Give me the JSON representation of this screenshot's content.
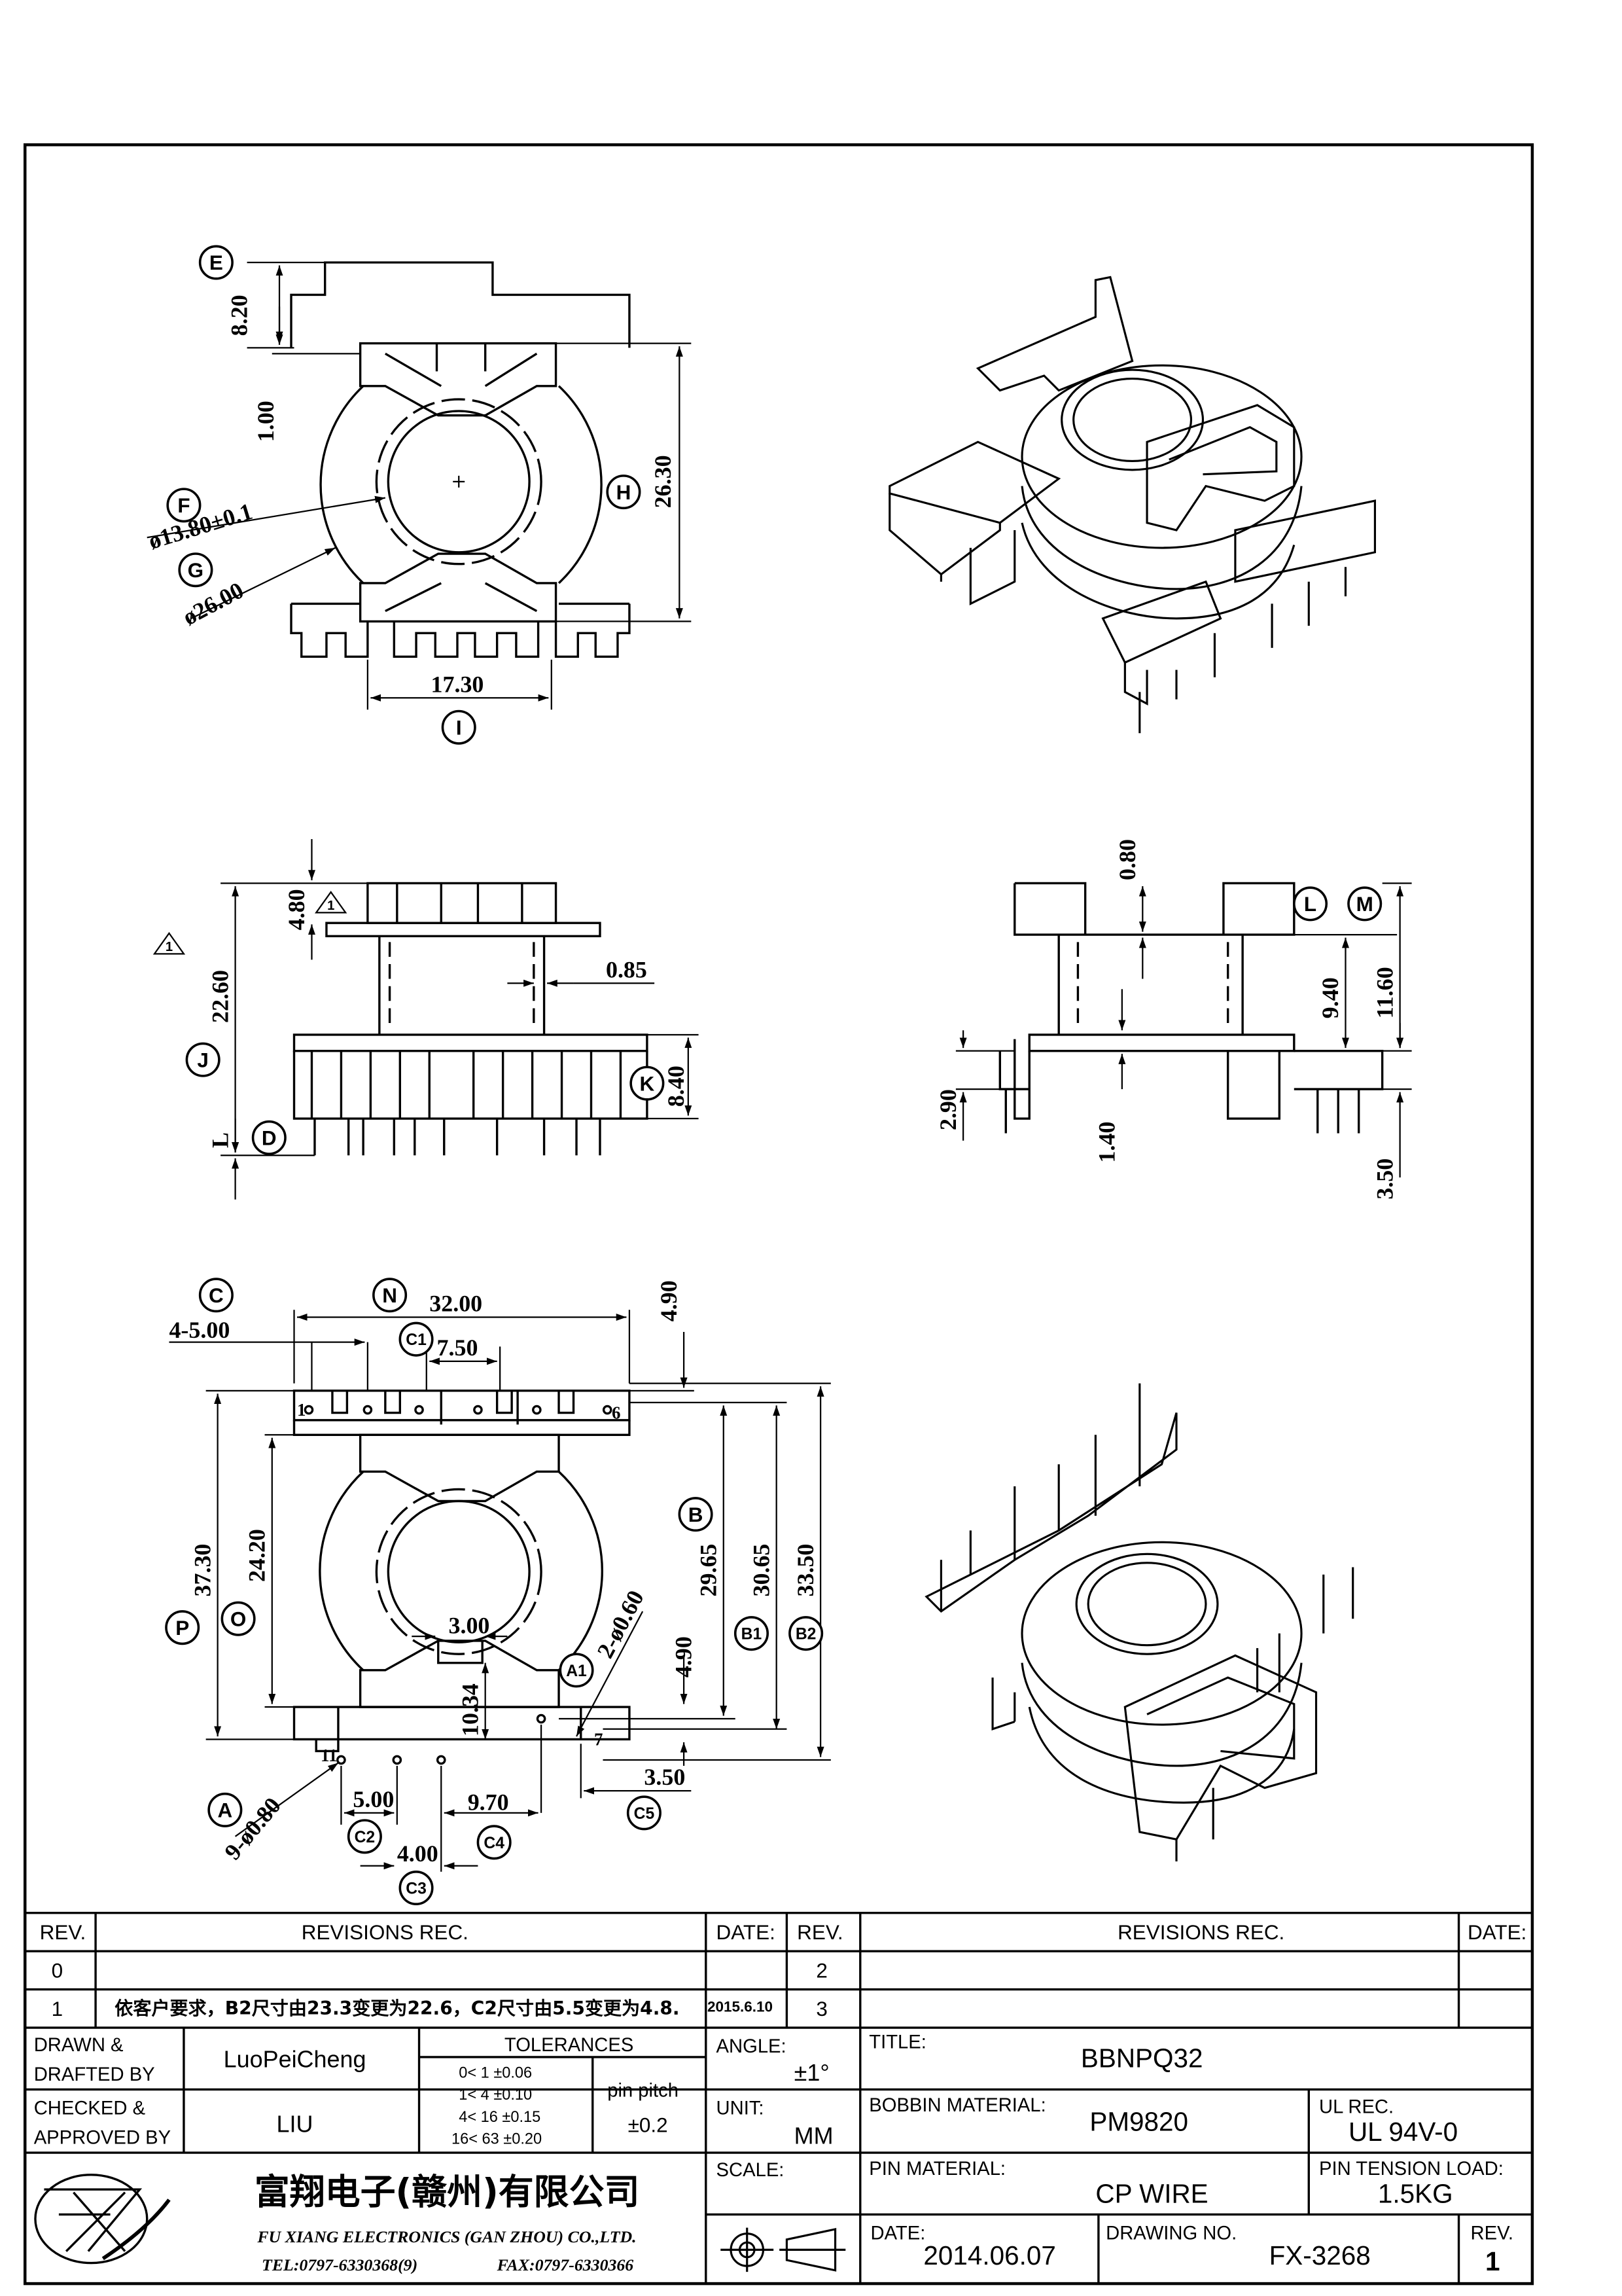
{
  "dims": {
    "d820": "8.20",
    "d100": "1.00",
    "d2630": "26.30",
    "d1730": "17.30",
    "d1380": "ø13.80±0.1",
    "d2600": "ø26.00",
    "d480": "4.80",
    "d2260": "22.60",
    "d085": "0.85",
    "d840": "8.40",
    "d080": "0.80",
    "d940": "9.40",
    "d1160": "11.60",
    "d290": "2.90",
    "d140": "1.40",
    "d350b": "3.50",
    "d3200": "32.00",
    "d4500": "4-5.00",
    "d750": "7.50",
    "d490a": "4.90",
    "d3730": "37.30",
    "d2420": "24.20",
    "d2965": "29.65",
    "d3065": "30.65",
    "d3350": "33.50",
    "d300": "3.00",
    "d260": "2-ø0.60",
    "d490b": "4.90",
    "d1034": "10.34",
    "d350c": "3.50",
    "d500": "5.00",
    "d970": "9.70",
    "d400": "4.00",
    "d980": "9-ø0.80",
    "pin1": "1",
    "pin6": "6",
    "pin7": "7",
    "pin11": "11",
    "letterL": "L"
  },
  "callouts": {
    "E": "E",
    "F": "F",
    "G": "G",
    "H": "H",
    "I": "I",
    "J": "J",
    "K": "K",
    "D": "D",
    "L": "L",
    "M": "M",
    "C": "C",
    "N": "N",
    "C1": "C1",
    "B": "B",
    "B1": "B1",
    "B2": "B2",
    "P": "P",
    "O": "O",
    "A1": "A1",
    "A": "A",
    "C2": "C2",
    "C3": "C3",
    "C4": "C4",
    "C5": "C5",
    "rev_mark": "1"
  },
  "titleblock": {
    "rev_h": "REV.",
    "rev_rec_h": "REVISIONS  REC.",
    "date_h": "DATE:",
    "rev2_h": "REV.",
    "rev_rec2_h": "REVISIONS  REC.",
    "date2_h": "DATE:",
    "rev0": "0",
    "rev1": "1",
    "rev2": "2",
    "rev3": "3",
    "rev1_text": "依客户要求，B2尺寸由23.3变更为22.6，C2尺寸由5.5变更为4.8.",
    "rev1_date": "2015.6.10",
    "drawn_l1": "DRAWN &",
    "drawn_l2": "DRAFTED BY",
    "drawn_by": "LuoPeiCheng",
    "checked_l1": "CHECKED &",
    "checked_l2": "APPROVED BY",
    "checked_by": "LIU",
    "tol_h": "TOLERANCES",
    "tol_rows": [
      "0<   1    ±0.06",
      "1<   4    ±0.10",
      "4<  16   ±0.15",
      "16<  63  ±0.20"
    ],
    "pin_pitch_l": "pin  pitch",
    "pin_pitch_v": "±0.2",
    "angle_l": "ANGLE:",
    "angle_v": "±1°",
    "unit_l": "UNIT:",
    "unit_v": "MM",
    "scale_l": "SCALE:",
    "title_l": "TITLE:",
    "title_v": "BBNPQ32",
    "bobbin_l": "BOBBIN  MATERIAL:",
    "bobbin_v": "PM9820",
    "ul_l": "UL  REC.",
    "ul_v": "UL  94V-0",
    "pinmat_l": "PIN  MATERIAL:",
    "pinmat_v": "CP  WIRE",
    "tension_l": "PIN  TENSION  LOAD:",
    "tension_v": "1.5KG",
    "date_l": "DATE:",
    "date_v": "2014.06.07",
    "dwg_l": "DRAWING  NO.",
    "dwg_v": "FX-3268",
    "rev_l": "REV.",
    "rev_v": "1",
    "company_cn": "富翔电子(赣州)有限公司",
    "company_en": "FU XIANG ELECTRONICS (GAN ZHOU) CO.,LTD.",
    "tel": "TEL:0797-6330368(9)",
    "fax": "FAX:0797-6330366"
  }
}
